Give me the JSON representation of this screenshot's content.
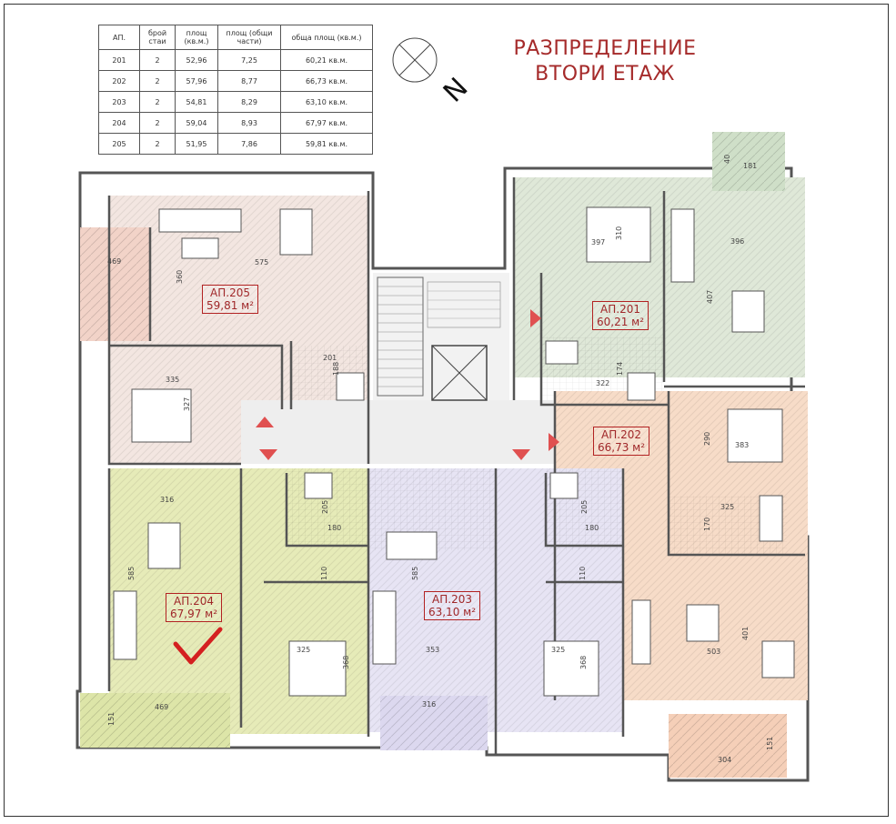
{
  "title": {
    "line1": "РАЗПРЕДЕЛЕНИЕ",
    "line2": "ВТОРИ ЕТАЖ"
  },
  "compass": {
    "label": "N"
  },
  "table": {
    "headers": [
      "АП.",
      "брой стаи",
      "площ (кв.м.)",
      "площ (общи части)",
      "обща площ (кв.м.)"
    ],
    "rows": [
      [
        "201",
        "2",
        "52,96",
        "7,25",
        "60,21 кв.м."
      ],
      [
        "202",
        "2",
        "57,96",
        "8,77",
        "66,73 кв.м."
      ],
      [
        "203",
        "2",
        "54,81",
        "8,29",
        "63,10 кв.м."
      ],
      [
        "204",
        "2",
        "59,04",
        "8,93",
        "67,97 кв.м."
      ],
      [
        "205",
        "2",
        "51,95",
        "7,86",
        "59,81 кв.м."
      ]
    ]
  },
  "apartments": [
    {
      "name": "АП.205",
      "area": "59,81 м²",
      "color": "#f3e6e1"
    },
    {
      "name": "АП.201",
      "area": "60,21 м²",
      "color": "#dfe8d8"
    },
    {
      "name": "АП.202",
      "area": "66,73 м²",
      "color": "#f7dcc8"
    },
    {
      "name": "АП.204",
      "area": "67,97 м²",
      "color": "#e6ebb8"
    },
    {
      "name": "АП.203",
      "area": "63,10 м²",
      "color": "#e7e4f4"
    }
  ],
  "dimensions": {
    "d469a": "469",
    "d575": "575",
    "d360": "360",
    "d335": "335",
    "d327": "327",
    "d201": "201",
    "d188": "188",
    "d397": "397",
    "d310": "310",
    "d396": "396",
    "d407": "407",
    "d322": "322",
    "d174": "174",
    "d181": "181",
    "d40": "40",
    "d290": "290",
    "d383": "383",
    "d325a": "325",
    "d170": "170",
    "d503": "503",
    "d401": "401",
    "d304": "304",
    "d151a": "151",
    "d316a": "316",
    "d585a": "585",
    "d205a": "205",
    "d180a": "180",
    "d110a": "110",
    "d325b": "325",
    "d368a": "368",
    "d469b": "469",
    "d151b": "151",
    "d585b": "585",
    "d353": "353",
    "d316b": "316",
    "d205b": "205",
    "d180b": "180",
    "d110b": "110",
    "d325c": "325",
    "d368b": "368"
  },
  "marker": {
    "label": "✓"
  }
}
